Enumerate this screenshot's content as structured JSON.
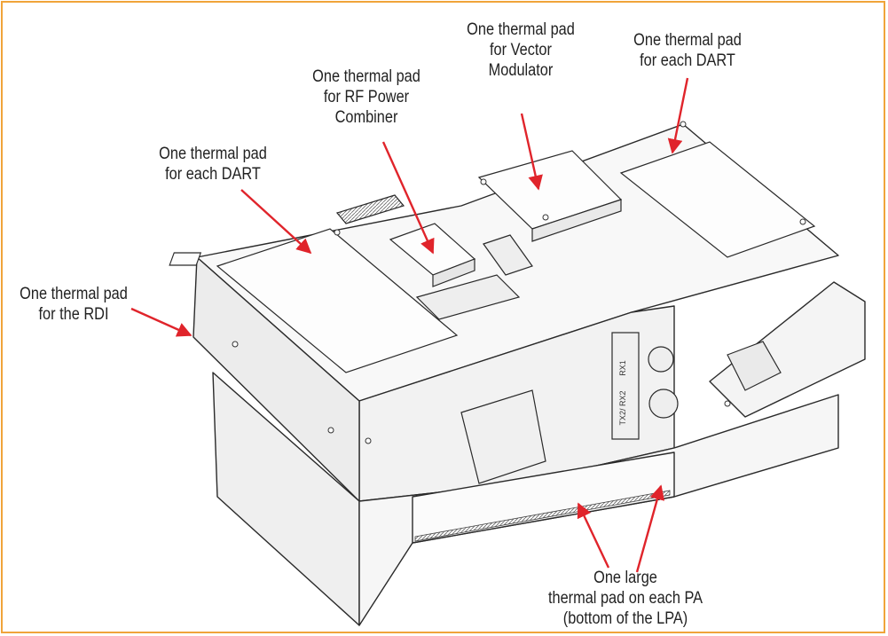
{
  "callouts": {
    "vector_modulator": {
      "lines": [
        "One thermal pad",
        "for Vector",
        "Modulator"
      ]
    },
    "dart_right": {
      "lines": [
        "One thermal pad",
        "for each DART"
      ]
    },
    "rf_combiner": {
      "lines": [
        "One thermal pad",
        "for RF Power",
        "Combiner"
      ]
    },
    "dart_left": {
      "lines": [
        "One thermal pad",
        "for each DART"
      ]
    },
    "rdi": {
      "lines": [
        "One thermal pad",
        "for the RDI"
      ]
    },
    "pa": {
      "lines": [
        "One large",
        "thermal pad on each PA",
        "(bottom of the LPA)"
      ]
    }
  },
  "panel_marks": {
    "rx": "RX1",
    "tx": "TX2/ RX2"
  },
  "colors": {
    "border": "#f0a43a",
    "arrow": "#e0242b",
    "line": "#2a2a2a",
    "fill": "#f7f7f7"
  }
}
